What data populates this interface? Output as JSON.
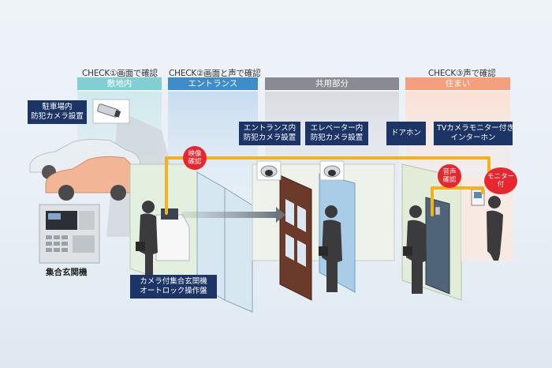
{
  "checks": [
    {
      "text": "CHECK①画面で確認"
    },
    {
      "text": "CHECK②画面と声で確認"
    },
    {
      "text": "CHECK③声で確認"
    }
  ],
  "zones": [
    {
      "label": "敷地内",
      "color": "#7fcfd3"
    },
    {
      "label": "エントランス",
      "color": "#3e8cc9"
    },
    {
      "label": "共用部分",
      "color": "#8a8a92"
    },
    {
      "label": "住まい",
      "color": "#f4a07c"
    }
  ],
  "boxes": {
    "parking_camera": {
      "line1": "駐車場内",
      "line2": "防犯カメラ設置"
    },
    "entrance_camera": {
      "line1": "エントランス内",
      "line2": "防犯カメラ設置"
    },
    "elevator_camera": {
      "line1": "エレベーター内",
      "line2": "防犯カメラ設置"
    },
    "door_phone": {
      "line1": "ドアホン"
    },
    "intercom": {
      "line1": "TVカメラモニター付き",
      "line2": "インターホン"
    },
    "autolock_panel": {
      "line1": "カメラ付集合玄関機",
      "line2": "オートロック操作盤"
    }
  },
  "badges": {
    "video": {
      "text": "映像確認",
      "color": "#e8262e"
    },
    "voice": {
      "text": "音声確認",
      "color": "#e8262e"
    },
    "monitor": {
      "text": "モニター付",
      "color": "#e8262e"
    }
  },
  "unit_caption": "集合玄関機",
  "colors": {
    "signal_line": "#f2b21b",
    "box": "#1d3566"
  }
}
